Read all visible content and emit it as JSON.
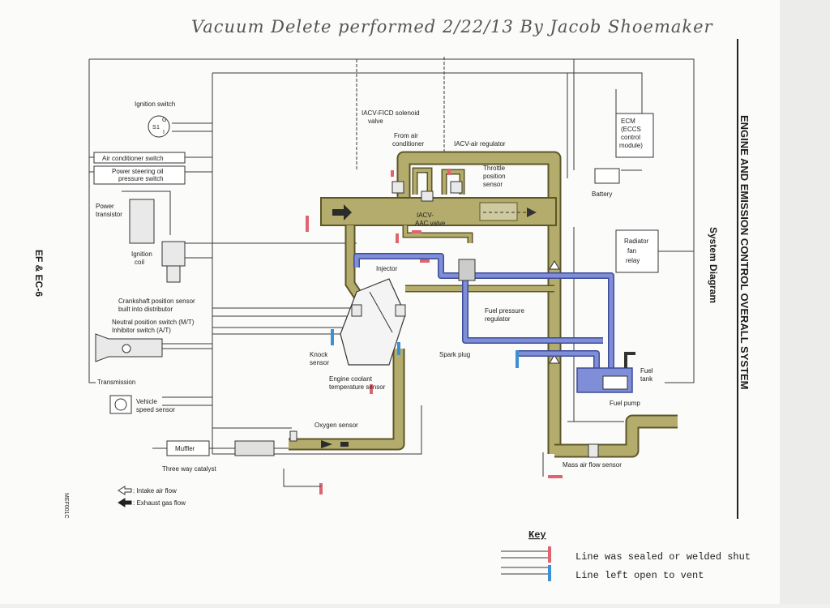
{
  "handwritten_note": "Vacuum Delete performed 2/22/13 By Jacob Shoemaker",
  "side_title_main": "ENGINE AND EMISSION CONTROL OVERALL SYSTEM",
  "side_title_sub": "System Diagram",
  "section_code": "EF & EC-6",
  "figure_code": "MEF001C",
  "labels": {
    "ignition_switch": "Ignition switch",
    "ac_switch": "Air conditioner switch",
    "ps_switch_1": "Power steering oil",
    "ps_switch_2": "pressure switch",
    "power_transistor_1": "Power",
    "power_transistor_2": "transistor",
    "ignition_coil_1": "Ignition",
    "ignition_coil_2": "coil",
    "crank_sensor_1": "Crankshaft position sensor",
    "crank_sensor_2": "built into distributor",
    "neutral_switch_1": "Neutral position switch (M/T)",
    "neutral_switch_2": "Inhibitor switch (A/T)",
    "transmission": "Transmission",
    "vehicle_speed_1": "Vehicle",
    "vehicle_speed_2": "speed sensor",
    "muffler": "Muffler",
    "three_way": "Three way catalyst",
    "oxygen_sensor": "Oxygen sensor",
    "knock_sensor_1": "Knock",
    "knock_sensor_2": "sensor",
    "coolant_sensor_1": "Engine coolant",
    "coolant_sensor_2": "temperature sensor",
    "spark_plug": "Spark plug",
    "injector": "Injector",
    "iacv_ficd_1": "IACV-FICD solenoid",
    "iacv_ficd_2": "valve",
    "from_ac_1": "From air",
    "from_ac_2": "conditioner",
    "iacv_air_reg": "IACV-air regulator",
    "throttle_1": "Throttle",
    "throttle_2": "position",
    "throttle_3": "sensor",
    "iacv_aac_1": "IACV-",
    "iacv_aac_2": "AAC valve",
    "fuel_reg_1": "Fuel pressure",
    "fuel_reg_2": "regulator",
    "fuel_tank_1": "Fuel",
    "fuel_tank_2": "tank",
    "fuel_pump": "Fuel pump",
    "maf": "Mass air flow sensor",
    "ecm_1": "ECM",
    "ecm_2": "(ECCS",
    "ecm_3": "control",
    "ecm_4": "module)",
    "battery": "Battery",
    "radiator_1": "Radiator",
    "radiator_2": "fan",
    "radiator_3": "relay",
    "ign_sw_s": "S",
    "ign_sw_1": "1",
    "ign_sw_g": "G",
    "ign_sw_i": "I",
    "intake_flow": ": Intake air flow",
    "exhaust_flow": ": Exhaust gas flow"
  },
  "key": {
    "title": "Key",
    "sealed": "Line was sealed or welded shut",
    "open": "Line left open to vent"
  },
  "colors": {
    "intake": "#b4ac6c",
    "intake_stroke": "#5c5628",
    "fuel": "#7f8ed6",
    "fuel_stroke": "#3d4c9a",
    "sealed_marker": "#e06470",
    "vent_marker": "#3d8fd6"
  }
}
